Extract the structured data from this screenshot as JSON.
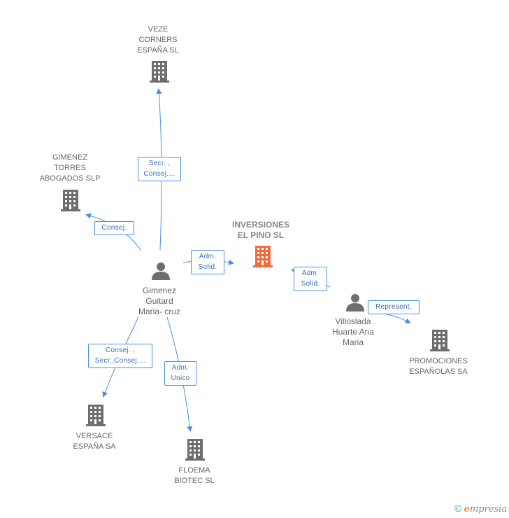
{
  "companies": {
    "veze": "VEZE\nCORNERS\nESPAÑA SL",
    "gimenez_torres": "GIMENEZ\nTORRES\nABOGADOS SLP",
    "inversiones": "INVERSIONES\nEL PINO SL",
    "promociones": "PROMOCIONES\nESPAÑOLAS SA",
    "versace": "VERSACE\nESPAÑA SA",
    "floema": "FLOEMA\nBIOTEC SL"
  },
  "persons": {
    "gimenez_guitard": "Gimenez\nGuitard\nMaria- cruz",
    "villoslada": "Villoslada\nHuarte Ana\nMaria"
  },
  "relations": {
    "secr_consej": "Secr. ,\nConsej....",
    "consej": "Consej.",
    "adm_solid_1": "Adm.\nSolid.",
    "adm_solid_2": "Adm.\nSolid.",
    "represent": "Represent.",
    "consej_secr": "Consej. ,\nSecr.,Consej....",
    "adm_unico": "Adm.\nUnico"
  },
  "colors": {
    "edge": "#4a90e2",
    "building": "#6e6e6e",
    "building_main": "#f26b3a",
    "person": "#6e6e6e"
  },
  "footer": {
    "copyright": "©",
    "brand_initial": "e",
    "brand_rest": "mpresia"
  }
}
